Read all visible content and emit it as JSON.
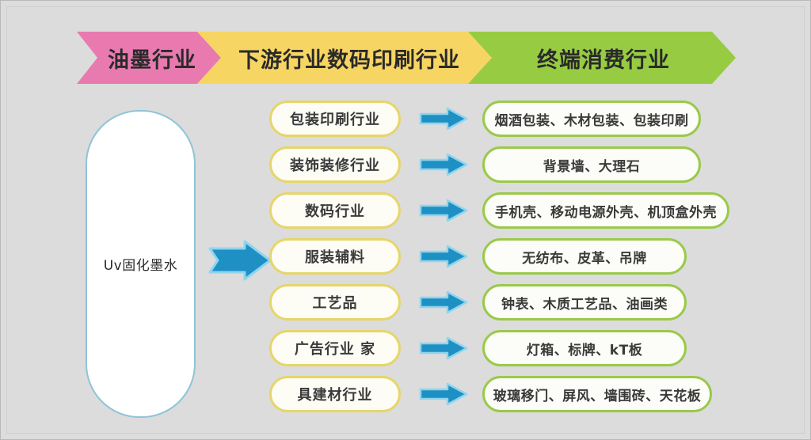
{
  "diagram": {
    "title_banner": {
      "segments": [
        {
          "label": "油墨行业",
          "color": "#e87ab0",
          "name": "ink-industry"
        },
        {
          "label": "下游行业数码印刷行业",
          "color": "#f7d562",
          "name": "downstream-digital-printing"
        },
        {
          "label": "终端消费行业",
          "color": "#97cc42",
          "name": "end-consumer-industry"
        }
      ]
    },
    "source": {
      "label": "Uv固化墨水",
      "border_color": "#8ec4d8",
      "fill_color": "#ffffff"
    },
    "main_arrow": {
      "name": "source-to-industries-arrow",
      "color": "#1e90c4",
      "outline_color": "#8fd4ee"
    },
    "arrow_colors": {
      "fill": "#1e90c4",
      "outline": "#8fd4ee"
    },
    "rows": [
      {
        "industry": "包装印刷行业",
        "applications": "烟酒包装、木材包装、包装印刷",
        "right_width": 276
      },
      {
        "industry": "装饰装修行业",
        "applications": "背景墙、大理石",
        "right_width": 276
      },
      {
        "industry": "数码行业",
        "applications": "手机壳、移动电源外壳、机顶盒外壳",
        "right_width": 312
      },
      {
        "industry": "服装辅料",
        "applications": "无纺布、皮革、吊牌",
        "right_width": 258
      },
      {
        "industry": "工艺品",
        "applications": "钟表、木质工艺品、油画类",
        "right_width": 258
      },
      {
        "industry": "广告行业 家",
        "applications": "灯箱、标牌、kT板",
        "right_width": 258
      },
      {
        "industry": "具建材行业",
        "applications": "玻璃移门、屏风、墙围砖、天花板",
        "right_width": 290
      }
    ]
  }
}
